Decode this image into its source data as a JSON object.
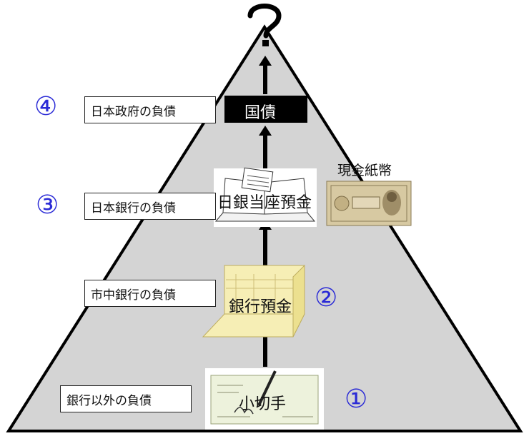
{
  "top_mark": "?",
  "levels": [
    {
      "number": "④",
      "label": "日本政府の負債",
      "instrument": "国債"
    },
    {
      "number": "③",
      "label": "日本銀行の負債",
      "instrument": "日銀当座預金",
      "side_label": "現金紙幣"
    },
    {
      "number": "②",
      "label": "市中銀行の負債",
      "instrument": "銀行預金"
    },
    {
      "number": "①",
      "label": "銀行以外の負債",
      "instrument": "小切手"
    }
  ],
  "colors": {
    "pyramid_fill": "#d4d4d4",
    "number_color": "#2b2bd6",
    "bond_box": "#000000",
    "arrow": "#000000"
  },
  "icons": [
    "question-mark-icon",
    "ledger-book-icon",
    "banknote-icon",
    "passbook-icon",
    "check-with-pen-icon"
  ]
}
